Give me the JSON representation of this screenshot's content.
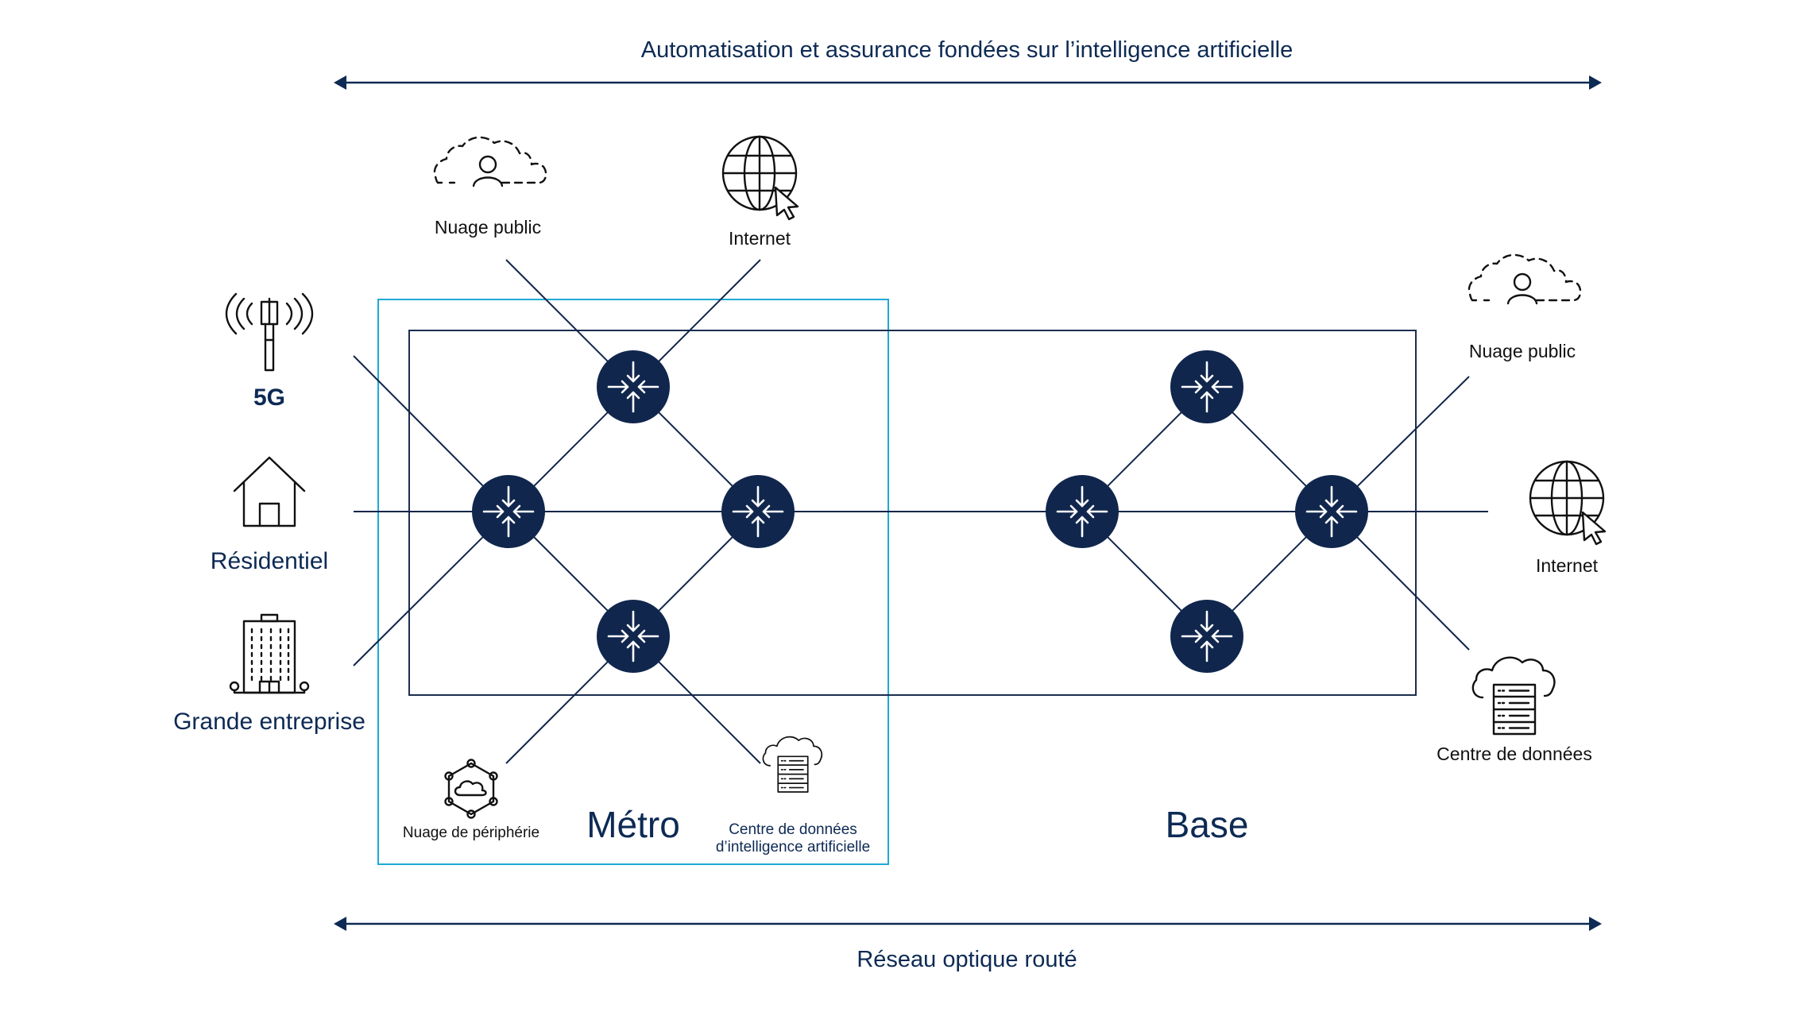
{
  "banner_top": "Automatisation et assurance fondées sur l’intelligence artificielle",
  "banner_bottom": "Réseau optique routé",
  "regions": {
    "metro": "Métro",
    "base": "Base"
  },
  "left_sources": {
    "5g": "5G",
    "residential": "Résidentiel",
    "enterprise": "Grande entreprise"
  },
  "metro_endpoints": {
    "public_cloud": "Nuage public",
    "internet": "Internet",
    "edge_cloud": "Nuage de périphérie",
    "ai_datacenter_line1": "Centre de données",
    "ai_datacenter_line2": "d’intelligence artificielle"
  },
  "base_endpoints": {
    "public_cloud": "Nuage public",
    "internet": "Internet",
    "datacenter": "Centre de données"
  },
  "colors": {
    "router_fill": "#10264d",
    "metro_frame": "#1ea9d6",
    "network_frame": "#1c2d4f",
    "text_navy": "#0d2a54"
  },
  "icons": [
    "signal-tower-icon",
    "house-icon",
    "office-building-icon",
    "public-cloud-user-icon",
    "globe-cursor-icon",
    "edge-cloud-hexagon-icon",
    "cloud-server-icon",
    "router-icon"
  ]
}
